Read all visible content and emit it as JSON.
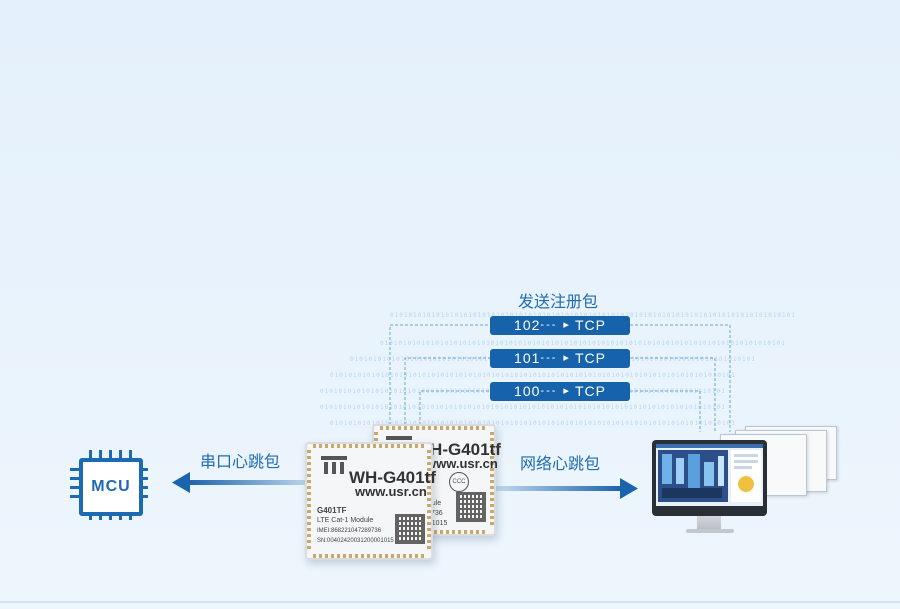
{
  "labels": {
    "register_packet": "发送注册包",
    "serial_heartbeat": "串口心跳包",
    "network_heartbeat": "网络心跳包"
  },
  "packets": [
    {
      "id": "102",
      "protocol": "TCP"
    },
    {
      "id": "101",
      "protocol": "TCP"
    },
    {
      "id": "100",
      "protocol": "TCP"
    }
  ],
  "mcu": {
    "label": "MCU"
  },
  "module_back": {
    "title": "WH-G401tf",
    "url": "www.usr.cn",
    "fragment_text": "odule",
    "fragment_imei": "736",
    "fragment_sn": "001015"
  },
  "module_front": {
    "title": "WH-G401tf",
    "url": "www.usr.cn",
    "model": "G401TF",
    "desc": "LTE Cat-1 Module",
    "imei": "IMEI:868221047289736",
    "sn": "SN:00402420031200001015",
    "cert": "CCC"
  },
  "binary_text": "0101010101010101010101010101010101010101010101010101010101010101010101010101010101010101",
  "colors": {
    "accent": "#1e6cb3",
    "pill": "#1663ac",
    "arrow": "#1a63ad",
    "background": "#e6f1fb"
  },
  "icons": {
    "mcu": "chip-icon",
    "server": "monitor-icon",
    "arrow_left": "arrow-left-icon",
    "arrow_right": "arrow-right-icon"
  }
}
